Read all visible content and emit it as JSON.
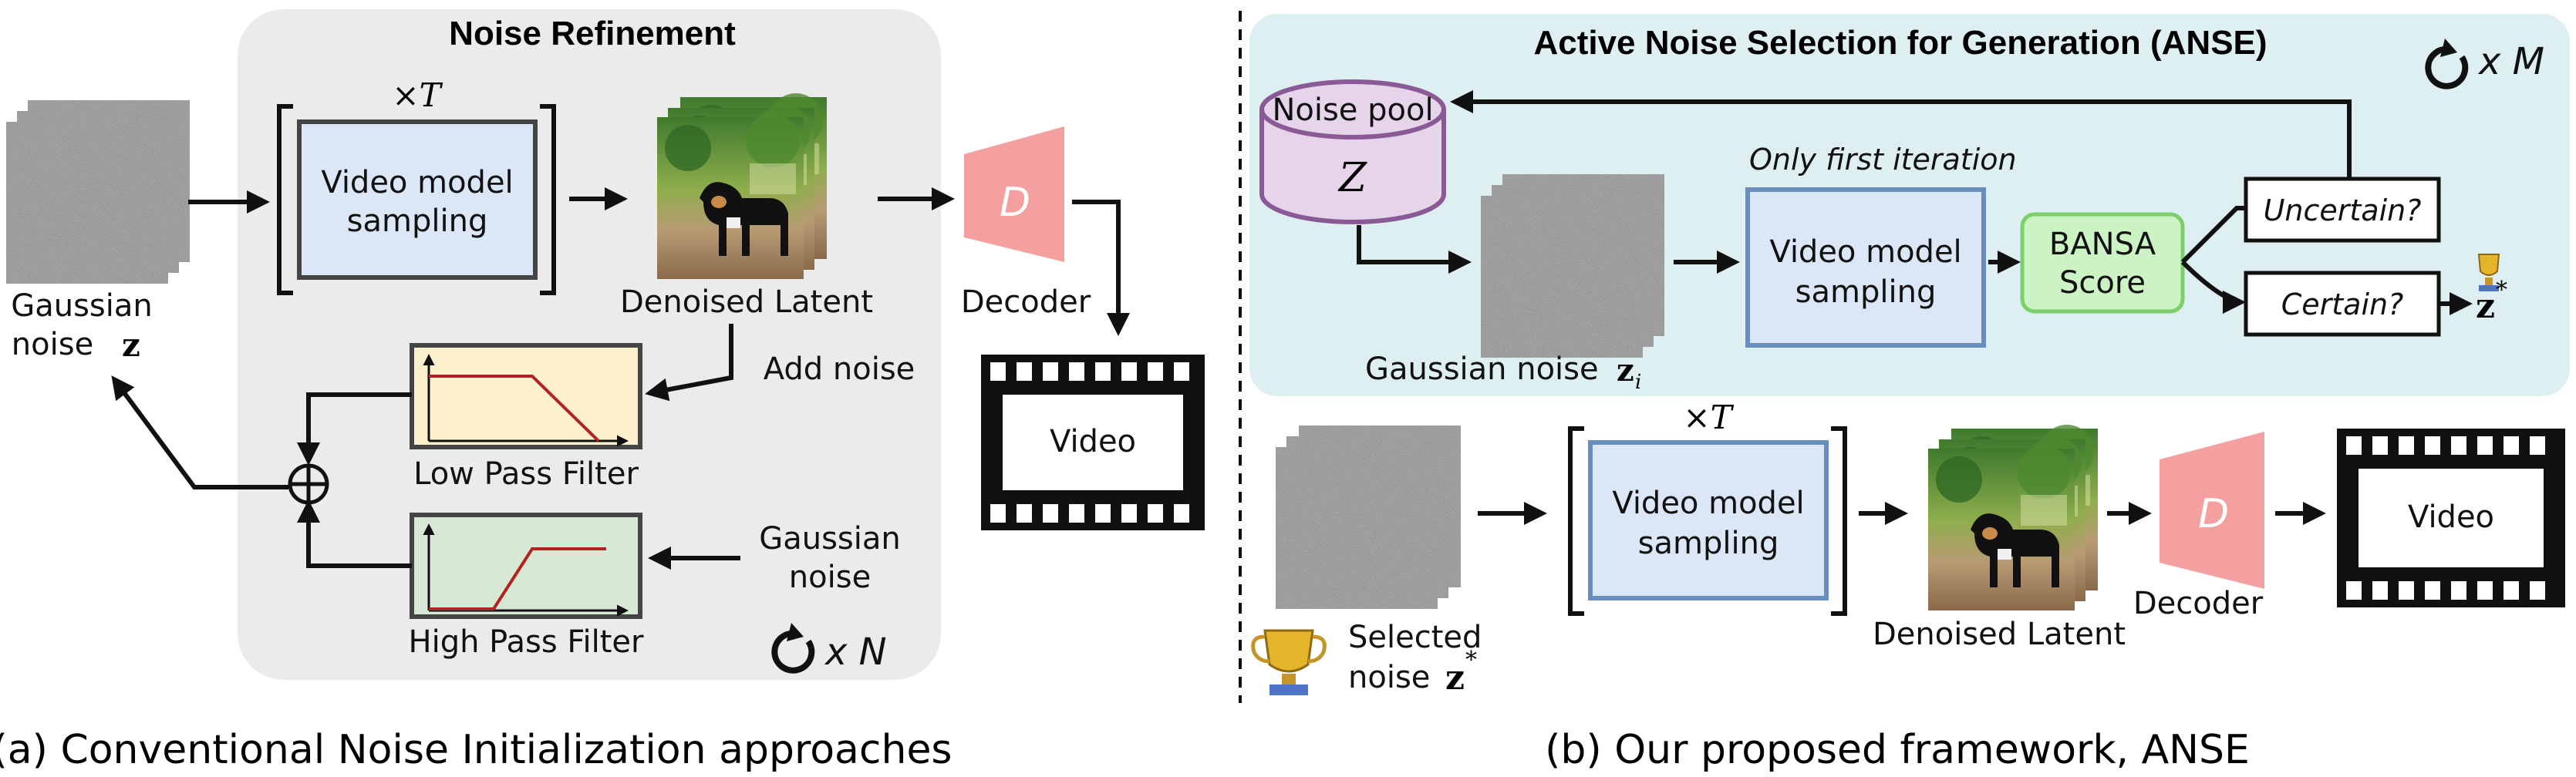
{
  "panel_a": {
    "title": "Noise Refinement",
    "caption": "(a) Conventional Noise Initialization approaches",
    "gaussian_label_1": "Gaussian",
    "gaussian_label_2": "noise",
    "gaussian_symbol": "z",
    "times_t": "×T",
    "sampling_line1": "Video model",
    "sampling_line2": "sampling",
    "denoised_label": "Denoised Latent",
    "decoder_letter": "D",
    "decoder_label": "Decoder",
    "video_label": "Video",
    "add_noise": "Add noise",
    "low_pass": "Low Pass Filter",
    "high_pass": "High Pass Filter",
    "gaussian_noise_1": "Gaussian",
    "gaussian_noise_2": "noise",
    "repeat": "x N",
    "colors": {
      "panel_bg": "#ebebeb",
      "sampling_fill": "#dbe7f6",
      "decoder": "#f4a0a0",
      "lowpass_fill": "#fdf0cc",
      "highpass_fill": "#d7e8d4",
      "filter_curve": "#b22222"
    }
  },
  "panel_b": {
    "title": "Active Noise Selection for Generation (ANSE)",
    "caption": "(b) Our proposed framework, ANSE",
    "repeat": "x M",
    "noise_pool": "Noise pool",
    "noise_pool_symbol": "Z",
    "only_first": "Only first iteration",
    "gaussian_noise_label": "Gaussian noise",
    "gaussian_noise_symbol": "z",
    "gaussian_noise_sub": "i",
    "sampling_line1": "Video model",
    "sampling_line2": "sampling",
    "bansa_line1": "BANSA",
    "bansa_line2": "Score",
    "uncertain": "Uncertain?",
    "certain": "Certain?",
    "zstar": "z",
    "zstar_sup": "*",
    "times_t": "×T",
    "denoised_label": "Denoised Latent",
    "decoder_letter": "D",
    "decoder_label": "Decoder",
    "video_label": "Video",
    "selected_line1": "Selected",
    "selected_line2": "noise",
    "selected_symbol": "z",
    "selected_sup": "*",
    "colors": {
      "panel_bg": "#deeff2",
      "pool_fill": "#e6d4ea",
      "pool_stroke": "#8a5a96",
      "sampling_fill": "#dbe7f6",
      "bansa_fill": "#ccf3c4",
      "bansa_stroke": "#7ccf6a",
      "decoder": "#f4a0a0"
    }
  },
  "icons": [
    "refresh-icon",
    "trophy-icon",
    "film-strip-icon",
    "noise-stack-icon",
    "latent-image-icon",
    "decoder-trapezoid-icon",
    "adder-icon"
  ]
}
